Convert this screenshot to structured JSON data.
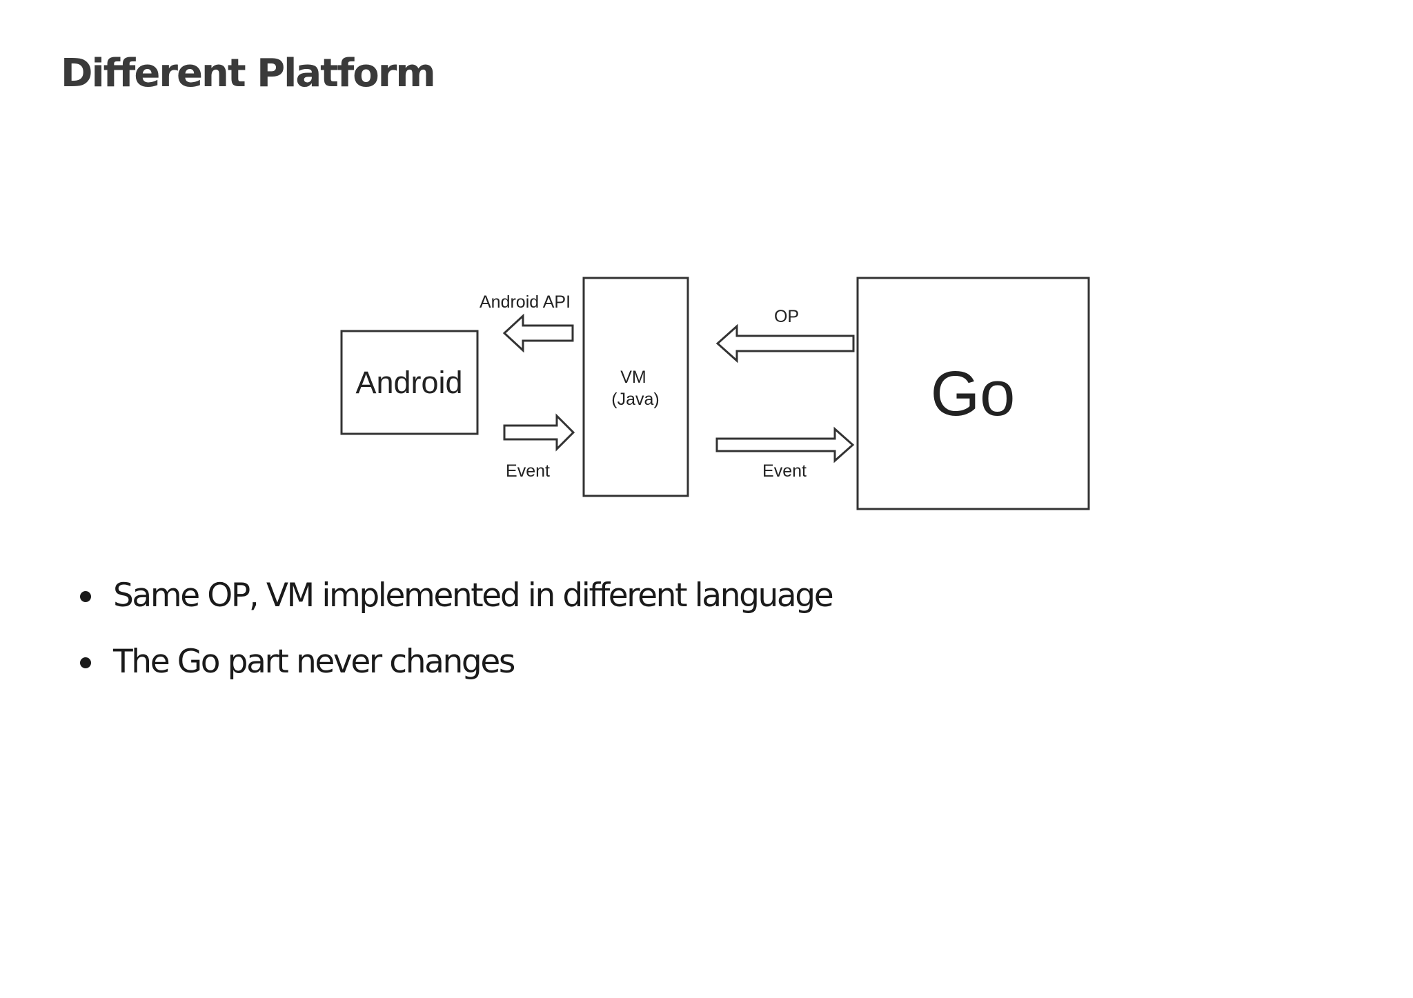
{
  "title": "Different Platform",
  "diagram": {
    "nodes": {
      "android": "Android",
      "vm_line1": "VM",
      "vm_line2": "(Java)",
      "go": "Go"
    },
    "edges": {
      "vm_to_android": "Android API",
      "android_to_vm": "Event",
      "go_to_vm": "OP",
      "vm_to_go": "Event"
    }
  },
  "bullets": [
    "Same OP, VM implemented in different language",
    "The Go part never changes"
  ]
}
